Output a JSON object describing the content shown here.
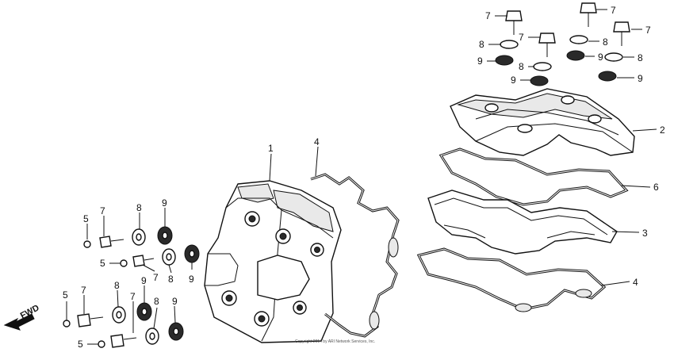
{
  "diagram": {
    "forward_label": "FWD",
    "copyright": "Copyright 2014 by ARI Network Services, Inc.",
    "callouts": [
      {
        "id": "c1",
        "label": "1"
      },
      {
        "id": "c2",
        "label": "2"
      },
      {
        "id": "c3",
        "label": "3"
      },
      {
        "id": "c4a",
        "label": "4"
      },
      {
        "id": "c4b",
        "label": "4"
      },
      {
        "id": "c5a",
        "label": "5"
      },
      {
        "id": "c5b",
        "label": "5"
      },
      {
        "id": "c5c",
        "label": "5"
      },
      {
        "id": "c5d",
        "label": "5"
      },
      {
        "id": "c6",
        "label": "6"
      },
      {
        "id": "c7a",
        "label": "7"
      },
      {
        "id": "c7b",
        "label": "7"
      },
      {
        "id": "c7c",
        "label": "7"
      },
      {
        "id": "c7d",
        "label": "7"
      },
      {
        "id": "c7e",
        "label": "7"
      },
      {
        "id": "c7f",
        "label": "7"
      },
      {
        "id": "c7g",
        "label": "7"
      },
      {
        "id": "c7h",
        "label": "7"
      },
      {
        "id": "c8a",
        "label": "8"
      },
      {
        "id": "c8b",
        "label": "8"
      },
      {
        "id": "c8c",
        "label": "8"
      },
      {
        "id": "c8d",
        "label": "8"
      },
      {
        "id": "c8e",
        "label": "8"
      },
      {
        "id": "c8f",
        "label": "8"
      },
      {
        "id": "c8g",
        "label": "8"
      },
      {
        "id": "c8h",
        "label": "8"
      },
      {
        "id": "c9a",
        "label": "9"
      },
      {
        "id": "c9b",
        "label": "9"
      },
      {
        "id": "c9c",
        "label": "9"
      },
      {
        "id": "c9d",
        "label": "9"
      },
      {
        "id": "c9e",
        "label": "9"
      },
      {
        "id": "c9f",
        "label": "9"
      },
      {
        "id": "c9g",
        "label": "9"
      },
      {
        "id": "c9h",
        "label": "9"
      }
    ]
  }
}
